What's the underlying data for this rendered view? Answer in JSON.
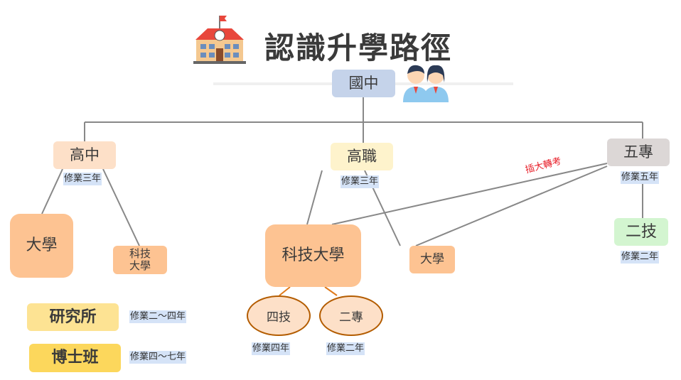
{
  "title": "認識升學路徑",
  "nodes": {
    "junior_high": "國中",
    "senior_high": "高中",
    "vocational": "高職",
    "five_year": "五專",
    "university_left": "大學",
    "tech_univ_small": "科技\n大學",
    "tech_univ_big": "科技大學",
    "university_mid": "大學",
    "two_year_tech": "二技",
    "four_year_tech": "四技",
    "two_year_college": "二專",
    "graduate": "研究所",
    "doctoral": "博士班"
  },
  "labels": {
    "senior_high": "修業三年",
    "vocational": "修業三年",
    "five_year": "修業五年",
    "two_year_tech": "修業二年",
    "four_year_tech": "修業四年",
    "two_year_college": "修業二年",
    "graduate": "修業二～四年",
    "doctoral": "修業四～七年",
    "transfer": "插大轉考"
  },
  "icons": [
    "school-icon",
    "students-icon"
  ]
}
